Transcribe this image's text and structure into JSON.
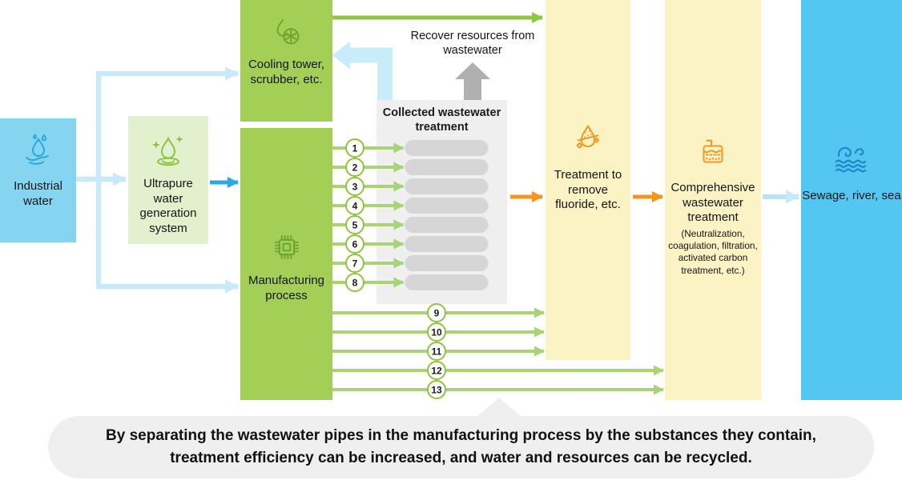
{
  "boxes": {
    "industrial": {
      "label": "Industrial water"
    },
    "ultrapure": {
      "label": "Ultrapure water generation system"
    },
    "cooling": {
      "label": "Cooling tower, scrubber, etc."
    },
    "manufacturing": {
      "label": "Manufacturing process"
    },
    "collected": {
      "title": "Collected wastewater treatment"
    },
    "fluoride": {
      "label": "Treatment to remove fluoride, etc."
    },
    "comprehensive": {
      "label": "Comprehensive wastewater treatment",
      "sublabel": "(Neutralization, coagulation, filtration, activated carbon treatment, etc.)"
    },
    "sewage": {
      "label": "Sewage, river, sea"
    }
  },
  "annotations": {
    "recover": "Recover resources from wastewater",
    "note": "By separating the wastewater pipes in the manufacturing process by the substances they contain, treatment efficiency can be increased, and water and resources can be recycled."
  },
  "pipes": {
    "collected": [
      "1",
      "2",
      "3",
      "4",
      "5",
      "6",
      "7",
      "8"
    ],
    "to_fluoride": [
      "9",
      "10",
      "11"
    ],
    "to_comprehensive": [
      "12",
      "13"
    ]
  },
  "colors": {
    "industrial_bg": "#85D5F0",
    "sewage_bg": "#53C7F2",
    "process_green_bg": "#A4CF57",
    "ultrapure_bg": "#E3F0CE",
    "treatment_yellow_bg": "#FCF3C5",
    "gray_panel": "#EFEFEF",
    "pill_gray": "#D6D6D6",
    "line_green_light": "#A9D377",
    "line_green_dark": "#8DC63F",
    "arrow_orange": "#F7941D",
    "arrow_blue": "#29ABE2",
    "arrow_light_blue": "#C7E9F8",
    "arrow_gray": "#B0B0B0"
  }
}
